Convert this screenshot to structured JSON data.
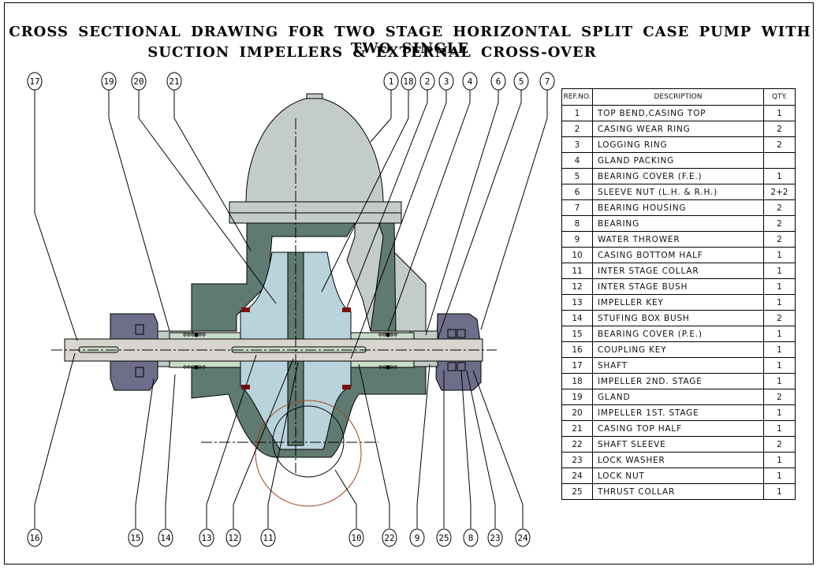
{
  "title": {
    "line1": "CROSS SECTIONAL DRAWING FOR TWO STAGE HORIZONTAL SPLIT CASE PUMP WITH TWO SINGLE",
    "line2": "SUCTION IMPELLERS & EXTERNAL CROSS-OVER"
  },
  "colors": {
    "casing_dark": "#5f7a71",
    "casing_light": "#c4ccc8",
    "impeller": "#b9d3dc",
    "shaft": "#d8d4d0",
    "bearing_housing": "#6e6e8a",
    "sleeve": "#c8dcc8",
    "wear_ring": "#7a1010",
    "crossover_circle": "#a0441c"
  },
  "callouts_top": [
    "17",
    "19",
    "20",
    "21",
    "1",
    "18",
    "2",
    "3",
    "4",
    "6",
    "5",
    "7"
  ],
  "callouts_bottom": [
    "16",
    "15",
    "14",
    "13",
    "12",
    "11",
    "10",
    "22",
    "9",
    "25",
    "8",
    "23",
    "24"
  ],
  "bom": {
    "headers": {
      "ref": "REF.NO.",
      "description": "DESCRIPTION",
      "qty": "QTY."
    },
    "rows": [
      {
        "ref": "1",
        "description": "TOP BEND,CASING TOP",
        "qty": "1"
      },
      {
        "ref": "2",
        "description": "CASING WEAR RING",
        "qty": "2"
      },
      {
        "ref": "3",
        "description": "LOGGING RING",
        "qty": "2"
      },
      {
        "ref": "4",
        "description": "GLAND PACKING",
        "qty": ""
      },
      {
        "ref": "5",
        "description": "BEARING COVER (F.E.)",
        "qty": "1"
      },
      {
        "ref": "6",
        "description": "SLEEVE NUT (L.H. & R.H.)",
        "qty": "2+2"
      },
      {
        "ref": "7",
        "description": "BEARING HOUSING",
        "qty": "2"
      },
      {
        "ref": "8",
        "description": "BEARING",
        "qty": "2"
      },
      {
        "ref": "9",
        "description": "WATER THROWER",
        "qty": "2"
      },
      {
        "ref": "10",
        "description": "CASING BOTTOM HALF",
        "qty": "1"
      },
      {
        "ref": "11",
        "description": "INTER STAGE COLLAR",
        "qty": "1"
      },
      {
        "ref": "12",
        "description": "INTER STAGE BUSH",
        "qty": "1"
      },
      {
        "ref": "13",
        "description": "IMPELLER KEY",
        "qty": "1"
      },
      {
        "ref": "14",
        "description": "STUFING BOX BUSH",
        "qty": "2"
      },
      {
        "ref": "15",
        "description": "BEARING COVER (P.E.)",
        "qty": "1"
      },
      {
        "ref": "16",
        "description": "COUPLING KEY",
        "qty": "1"
      },
      {
        "ref": "17",
        "description": "SHAFT",
        "qty": "1"
      },
      {
        "ref": "18",
        "description": "IMPELLER 2ND. STAGE",
        "qty": "1"
      },
      {
        "ref": "19",
        "description": "GLAND",
        "qty": "2"
      },
      {
        "ref": "20",
        "description": "IMPELLER 1ST. STAGE",
        "qty": "1"
      },
      {
        "ref": "21",
        "description": "CASING TOP HALF",
        "qty": "1"
      },
      {
        "ref": "22",
        "description": "SHAFT SLEEVE",
        "qty": "2"
      },
      {
        "ref": "23",
        "description": "LOCK WASHER",
        "qty": "1"
      },
      {
        "ref": "24",
        "description": "LOCK NUT",
        "qty": "1"
      },
      {
        "ref": "25",
        "description": "THRUST COLLAR",
        "qty": "1"
      }
    ]
  }
}
